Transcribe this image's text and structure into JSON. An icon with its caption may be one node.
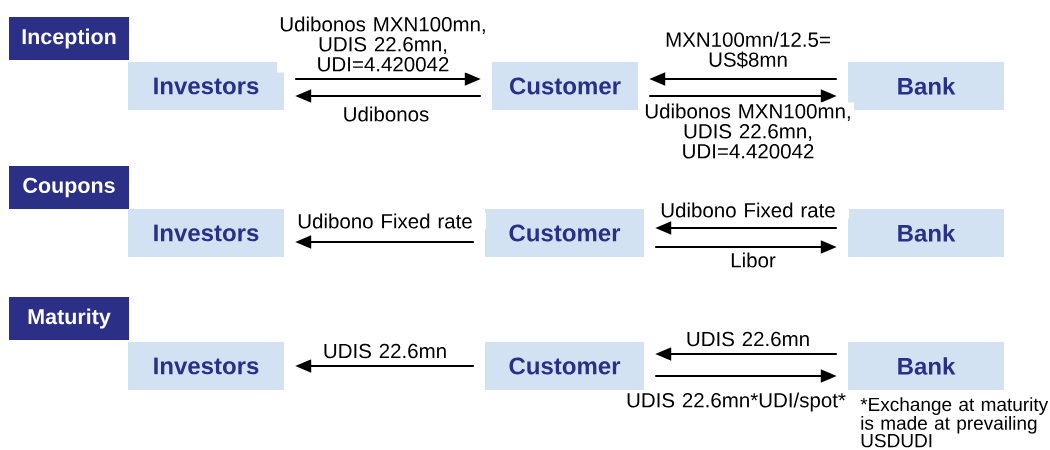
{
  "diagram": {
    "nodes": [
      {
        "text": [
          "Inception"
        ]
      },
      {
        "text": [
          "Investors"
        ]
      },
      {
        "text": [
          "Customer"
        ]
      },
      {
        "text": [
          "Bank"
        ]
      },
      {
        "text": [
          "Coupons"
        ]
      },
      {
        "text": [
          "Investors"
        ]
      },
      {
        "text": [
          "Customer"
        ]
      },
      {
        "text": [
          "Bank"
        ]
      },
      {
        "text": [
          "Maturity"
        ]
      },
      {
        "text": [
          "Investors"
        ]
      },
      {
        "text": [
          "Customer"
        ]
      },
      {
        "text": [
          "Bank"
        ],
        "beside": [
          "*Exchange at maturity is made at prevailing USDUDI"
        ]
      }
    ],
    "edges": [
      {
        "from": 1,
        "to": 2,
        "arrow": "to",
        "label": "Udibonos MXN100mn, UDIS 22.6mn, UDI=4.420042"
      },
      {
        "from": 2,
        "to": 1,
        "arrow": "to",
        "label": "Udibonos"
      },
      {
        "from": 3,
        "to": 2,
        "arrow": "to",
        "label": "MXN100mn/12.5= US$8mn"
      },
      {
        "from": 2,
        "to": 3,
        "arrow": "to",
        "label": "Udibonos MXN100mn, UDIS 22.6mn, UDI=4.420042"
      },
      {
        "from": 6,
        "to": 5,
        "arrow": "to",
        "label": "Udibono Fixed rate"
      },
      {
        "from": 7,
        "to": 6,
        "arrow": "to",
        "label": "Udibono Fixed rate"
      },
      {
        "from": 6,
        "to": 7,
        "arrow": "to",
        "label": "Libor"
      },
      {
        "from": 10,
        "to": 9,
        "arrow": "to",
        "label": "UDIS 22.6mn"
      },
      {
        "from": 11,
        "to": 10,
        "arrow": "to",
        "label": "UDIS 22.6mn"
      },
      {
        "from": 10,
        "to": 11,
        "arrow": "to",
        "label": "UDIS 22.6mn*UDI/spot*"
      }
    ]
  }
}
